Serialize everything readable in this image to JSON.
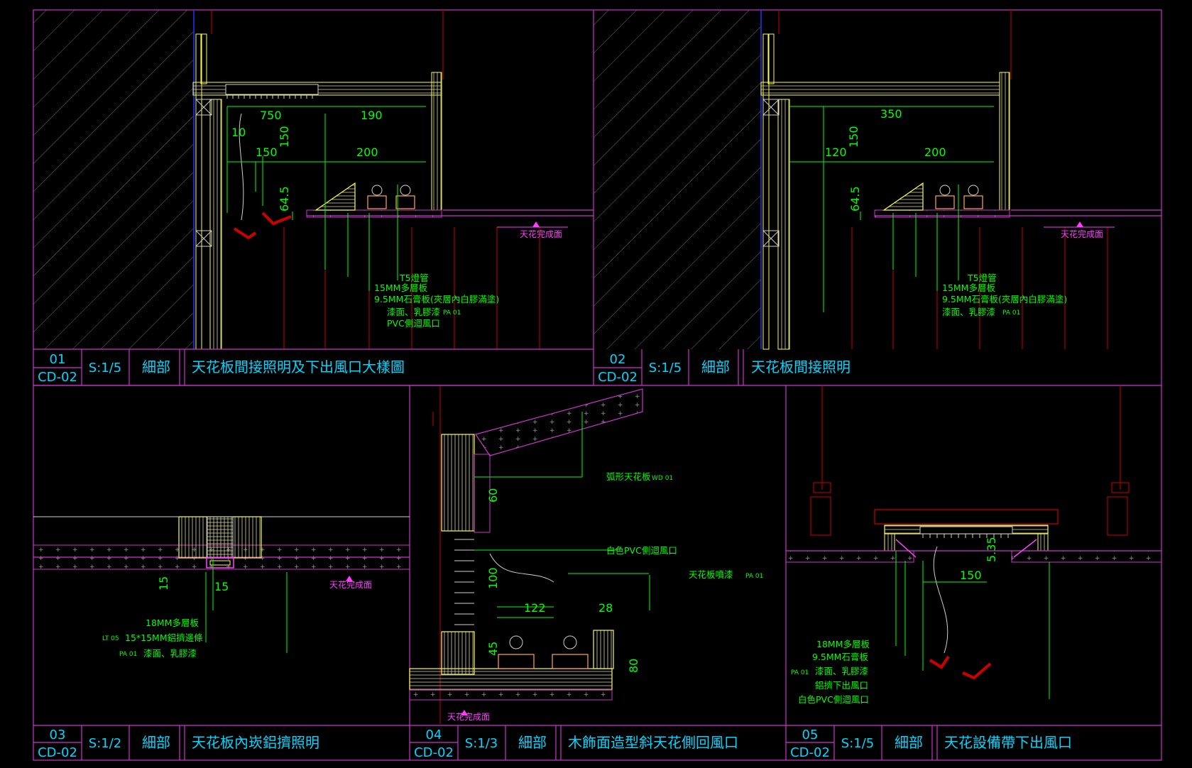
{
  "colors": {
    "background": "#000000",
    "frame": "#cc33cc",
    "titles": "#00d6ff",
    "dimensions": "#00ff00",
    "marker": "#ff3dff",
    "hatch": "#6b6b6b",
    "grid": "#cc0000"
  },
  "details": [
    {
      "number": "01",
      "sheet": "CD-02",
      "scale": "S:1/5",
      "type": "細部",
      "title": "天花板間接照明及下出風口大樣圖",
      "dims": [
        "750",
        "190",
        "10",
        "150",
        "150",
        "200",
        "64.5"
      ],
      "notes": [
        "T5燈管",
        "15MM多層板",
        "9.5MM石膏板(夾層內白膠滿塗)",
        "漆面、乳膠漆",
        "PVC側迴風口"
      ],
      "tags": [
        "PA 01"
      ],
      "marker": "天花完成面"
    },
    {
      "number": "02",
      "sheet": "CD-02",
      "scale": "S:1/5",
      "type": "細部",
      "title": "天花板間接照明",
      "dims": [
        "350",
        "120",
        "150",
        "200",
        "64.5"
      ],
      "notes": [
        "T5燈管",
        "15MM多層板",
        "9.5MM石膏板(夾層內白膠滿塗)",
        "漆面、乳膠漆"
      ],
      "tags": [
        "PA 01"
      ],
      "marker": "天花完成面"
    },
    {
      "number": "03",
      "sheet": "CD-02",
      "scale": "S:1/2",
      "type": "細部",
      "title": "天花板內崁鋁擠照明",
      "dims": [
        "15",
        "15"
      ],
      "notes": [
        "18MM多層板",
        "15*15MM鋁擠邊條",
        "漆面、乳膠漆"
      ],
      "tags": [
        "LT 05",
        "PA 01"
      ],
      "marker": "天花完成面"
    },
    {
      "number": "04",
      "sheet": "CD-02",
      "scale": "S:1/3",
      "type": "細部",
      "title": "木飾面造型斜天花側回風口",
      "dims": [
        "60",
        "100",
        "122",
        "28",
        "45",
        "80"
      ],
      "notes": [
        "弧形天花板",
        "白色PVC側迴風口",
        "天花板噴漆"
      ],
      "tags": [
        "WD 01",
        "PA 01"
      ],
      "marker": "天花完成面"
    },
    {
      "number": "05",
      "sheet": "CD-02",
      "scale": "S:1/5",
      "type": "細部",
      "title": "天花設備帶下出風口",
      "dims": [
        "150",
        "5.35"
      ],
      "notes": [
        "18MM多層板",
        "9.5MM石膏板",
        "漆面、乳膠漆",
        "鋁擠下出風口",
        "白色PVC側迴風口"
      ],
      "tags": [
        "PA 01"
      ]
    }
  ]
}
